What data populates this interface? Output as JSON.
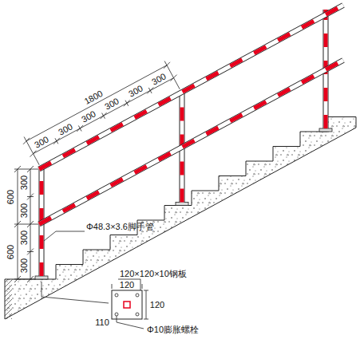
{
  "diagram": {
    "labels": [
      "1800",
      "300",
      "300",
      "300",
      "300",
      "300",
      "300",
      "600",
      "300",
      "300",
      "600",
      "300",
      "300",
      "Φ48.3×3.6脚手管",
      "120×120×10钢板",
      "120",
      "120",
      "110",
      "Φ10膨胀螺栓"
    ]
  }
}
